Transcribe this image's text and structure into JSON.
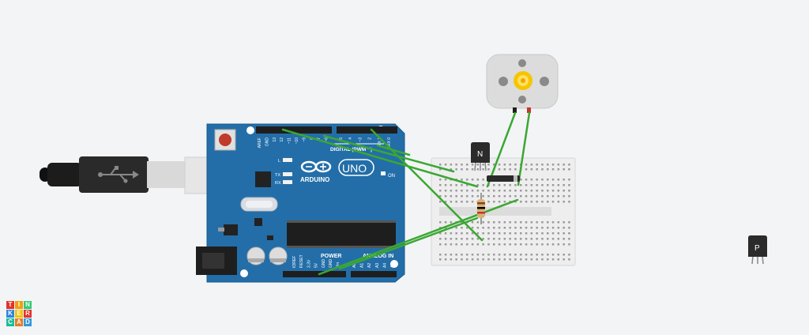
{
  "board": {
    "label_digital": "DIGITAL (PWM ~)",
    "label_arduino": "ARDUINO",
    "label_uno": "UNO",
    "label_power": "POWER",
    "label_analog": "ANALOG IN",
    "label_on": "ON",
    "label_l": "L",
    "label_tx": "TX",
    "label_rx": "RX",
    "pins_top": [
      "AREF",
      "GND",
      "13",
      "12",
      "~11",
      "~10",
      "~9",
      "8",
      "7",
      "~6",
      "~5",
      "4",
      "~3",
      "2",
      "TX 1",
      "RX 0"
    ],
    "pins_bottom": [
      "IOREF",
      "RESET",
      "3.3V",
      "5V",
      "GND",
      "GND",
      "Vin",
      "A0",
      "A1",
      "A2",
      "A3",
      "A4",
      "A5"
    ]
  },
  "components": {
    "transistor_n_label": "N",
    "transistor_p_label": "P"
  },
  "logo": {
    "letters": [
      "T",
      "I",
      "N",
      "K",
      "E",
      "R",
      "C",
      "A",
      "D"
    ],
    "colors": [
      "#e2332b",
      "#f39c12",
      "#2ecc71",
      "#2e86de",
      "#f1c40f",
      "#e2332b",
      "#1abc9c",
      "#e67e22",
      "#3498db"
    ]
  }
}
